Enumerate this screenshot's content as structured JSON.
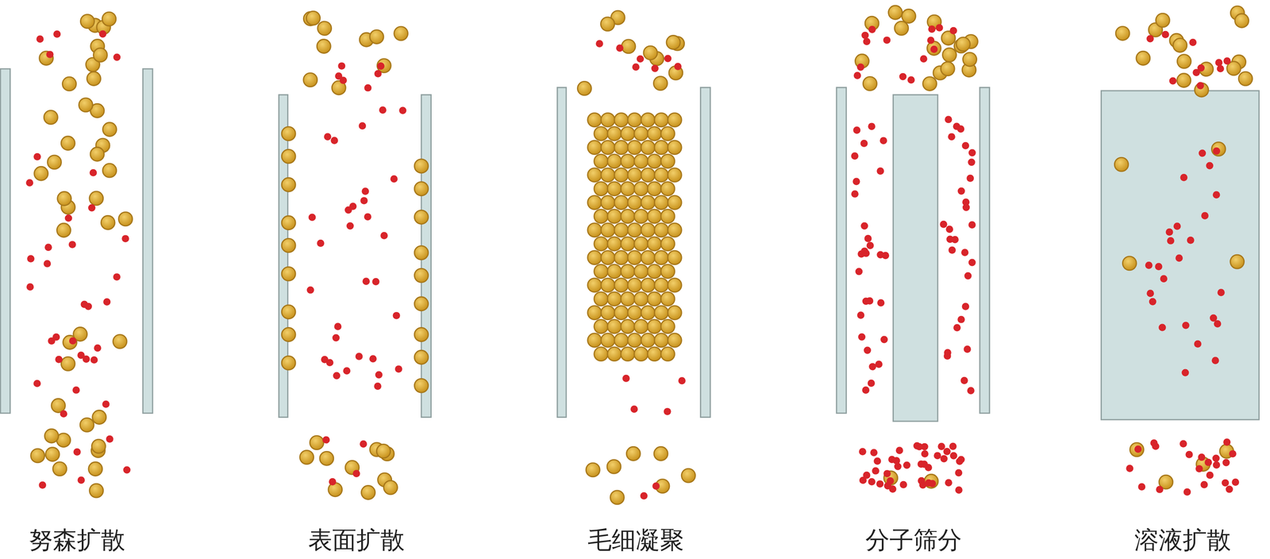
{
  "diagram": {
    "labels": [
      "努森扩散",
      "表面扩散",
      "毛细凝聚",
      "分子筛分",
      "溶液扩散"
    ]
  }
}
